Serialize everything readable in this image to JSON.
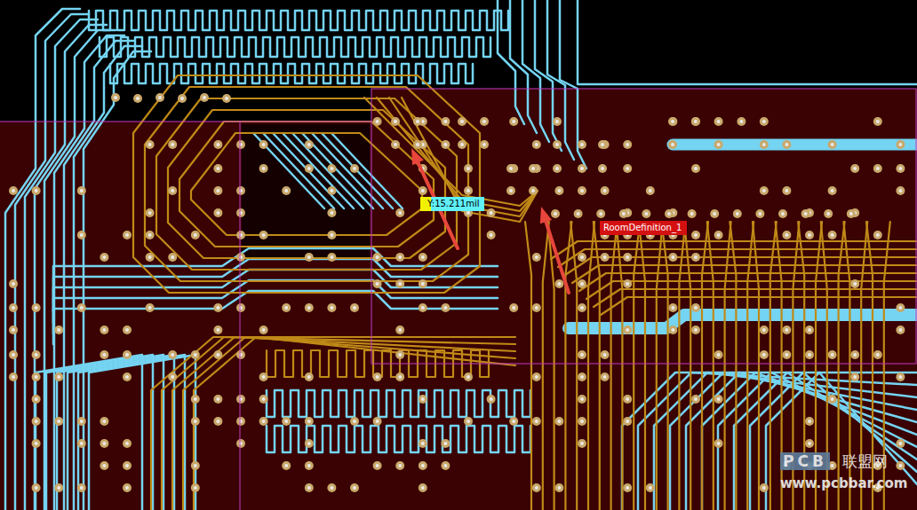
{
  "diagram": {
    "nodes": [
      {
        "text": [
          "Y:15.211mil"
        ]
      },
      {
        "text": [
          "RoomDefinition_1"
        ]
      }
    ],
    "labels": [
      "PCB",
      "联盟网",
      "www.pcbbar.com"
    ]
  }
}
